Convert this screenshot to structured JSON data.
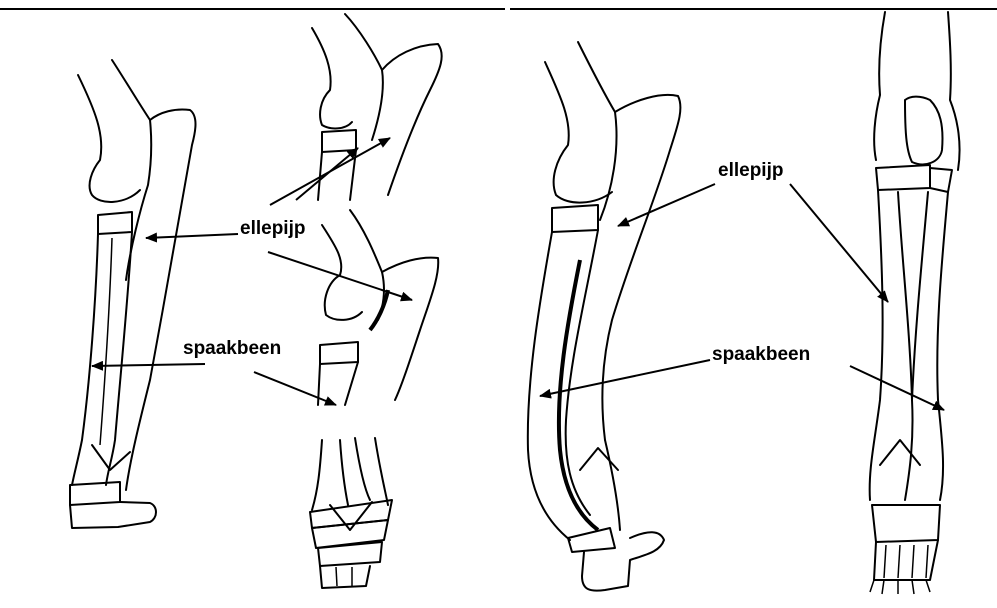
{
  "labels": {
    "panel1_ellepijp": "ellepijp",
    "panel1_spaakbeen": "spaakbeen",
    "panel2_ellepijp": "ellepijp",
    "panel2_spaakbeen": "spaakbeen"
  },
  "colors": {
    "ink": "#000000",
    "background": "#ffffff"
  }
}
